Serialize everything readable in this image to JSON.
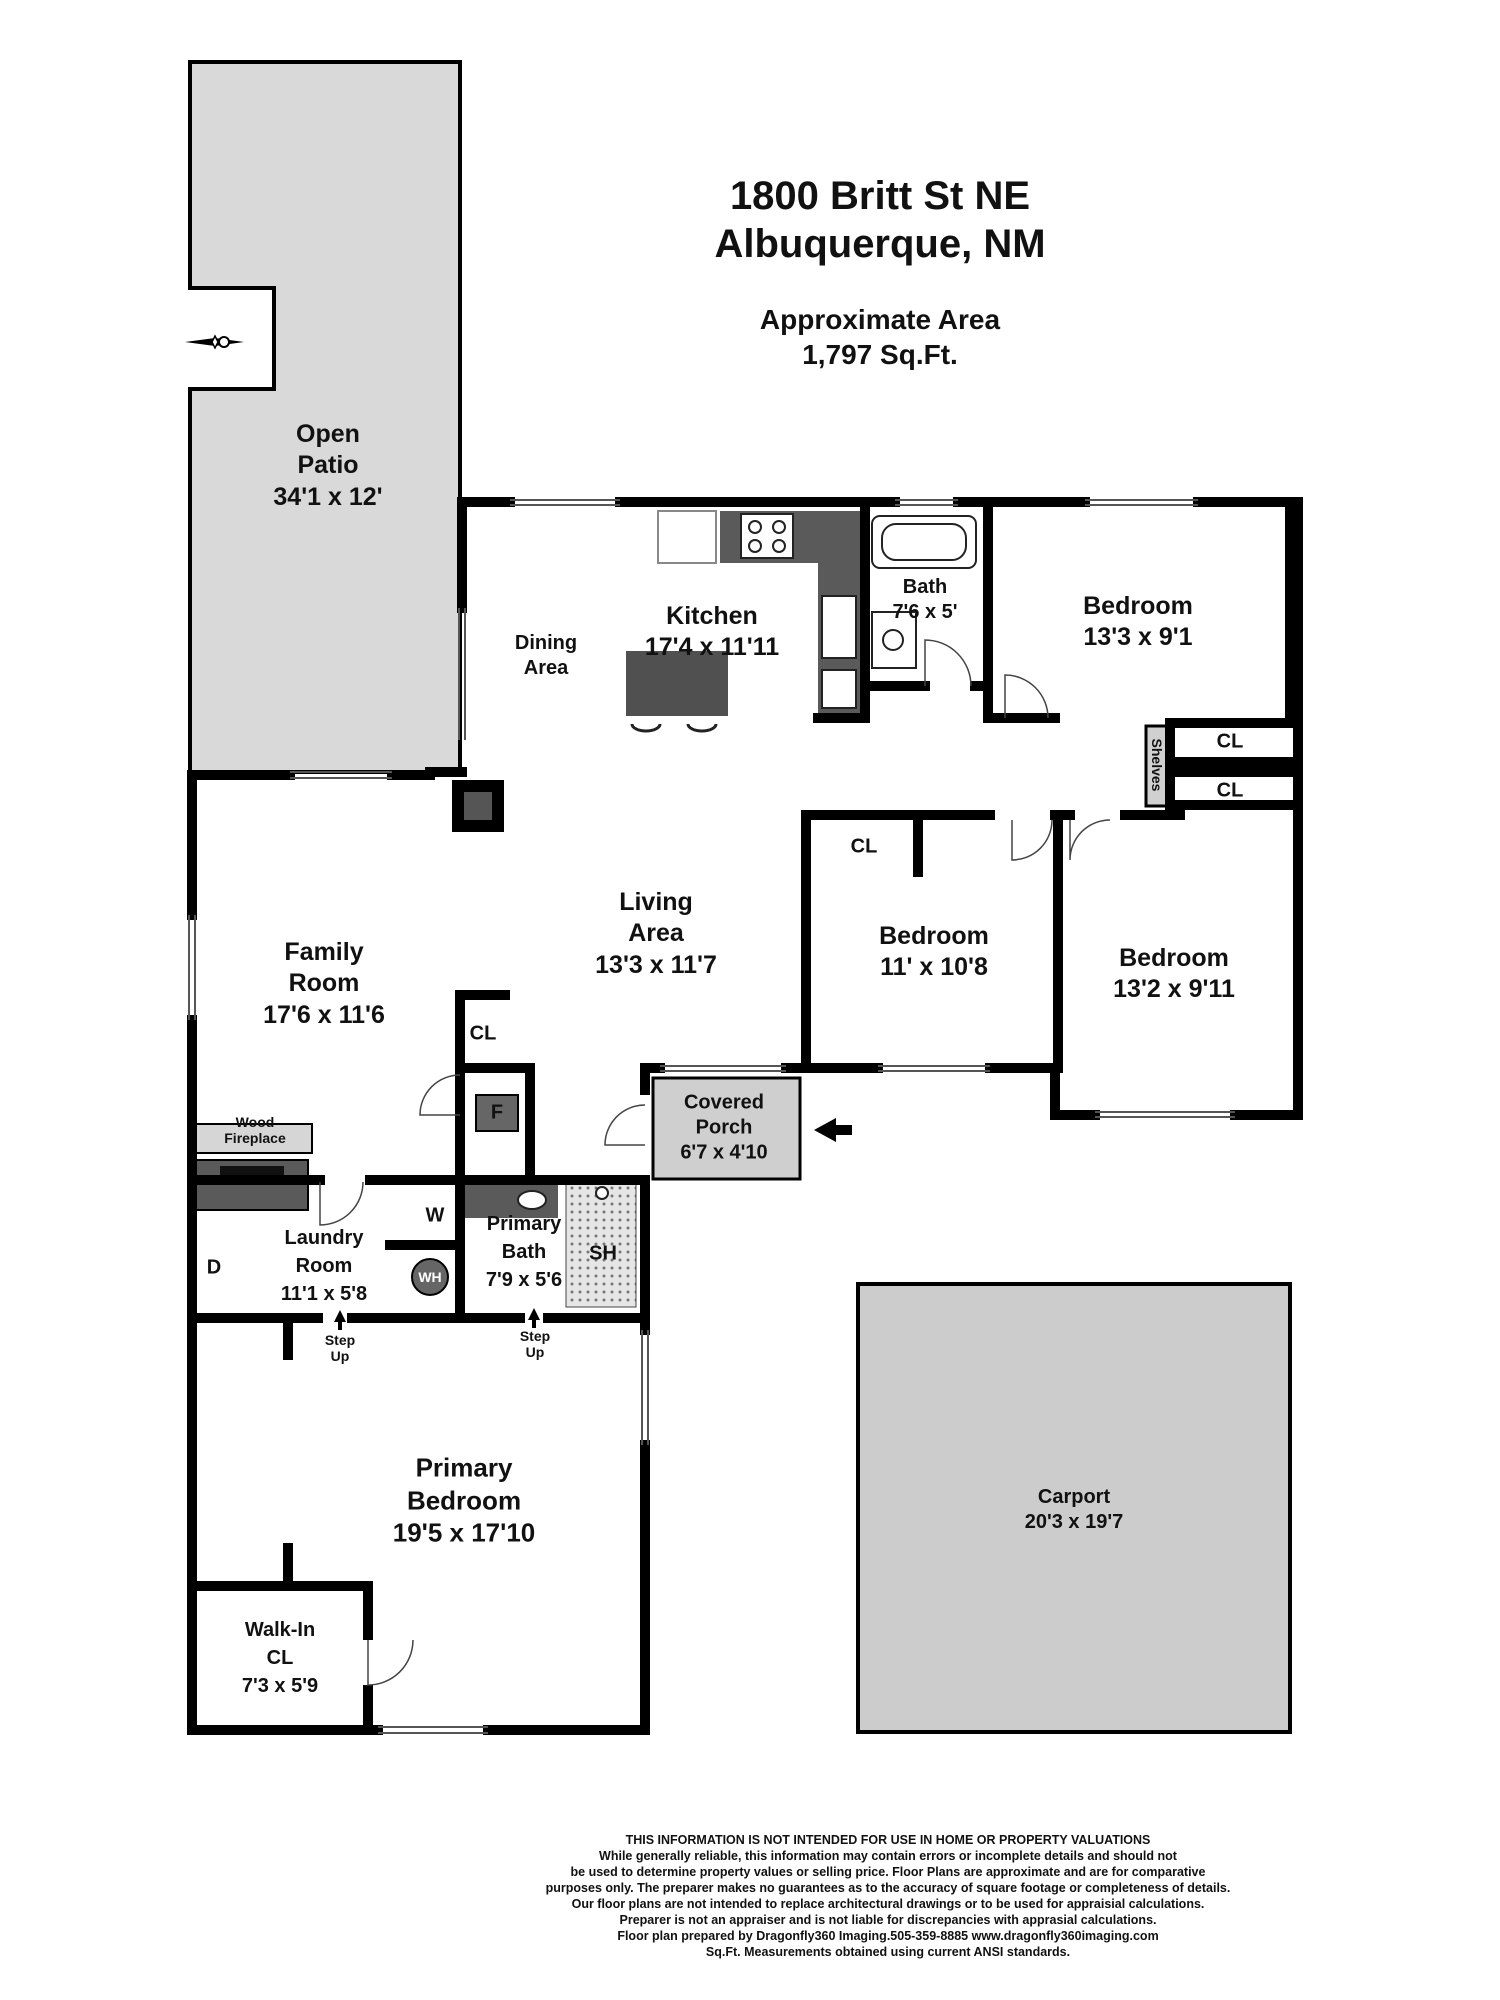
{
  "header": {
    "address_line1": "1800 Britt St NE",
    "address_line2": "Albuquerque, NM",
    "area_label": "Approximate Area",
    "area_value": "1,797 Sq.Ft."
  },
  "rooms": {
    "open_patio": {
      "line1": "Open",
      "line2": "Patio",
      "size": "34'1 x 12'"
    },
    "dining_area": {
      "line1": "Dining",
      "line2": "Area"
    },
    "kitchen": {
      "name": "Kitchen",
      "size": "17'4 x 11'11"
    },
    "bath": {
      "name": "Bath",
      "size": "7'6 x 5'"
    },
    "bedroom_ne": {
      "name": "Bedroom",
      "size": "13'3 x 9'1"
    },
    "shelves": {
      "name": "Shelves"
    },
    "closet_1": {
      "name": "CL"
    },
    "closet_2": {
      "name": "CL"
    },
    "living_area": {
      "line1": "Living",
      "line2": "Area",
      "size": "13'3 x 11'7"
    },
    "bedroom_mid": {
      "name": "Bedroom",
      "size": "11' x 10'8",
      "closet": "CL"
    },
    "bedroom_e": {
      "name": "Bedroom",
      "size": "13'2 x 9'11"
    },
    "family_room": {
      "line1": "Family",
      "line2": "Room",
      "size": "17'6 x 11'6"
    },
    "hall_closet": {
      "name": "CL"
    },
    "furnace": {
      "name": "F"
    },
    "covered_porch": {
      "line1": "Covered",
      "line2": "Porch",
      "size": "6'7 x 4'10"
    },
    "fireplace": {
      "line1": "Wood",
      "line2": "Fireplace"
    },
    "laundry_room": {
      "line1": "Laundry",
      "line2": "Room",
      "size": "11'1 x 5'8"
    },
    "washer": {
      "name": "W"
    },
    "dryer": {
      "name": "D"
    },
    "water_heater": {
      "name": "WH"
    },
    "primary_bath": {
      "line1": "Primary",
      "line2": "Bath",
      "size": "7'9 x 5'6"
    },
    "shower": {
      "name": "SH"
    },
    "step_up_1": {
      "line1": "Step",
      "line2": "Up"
    },
    "step_up_2": {
      "line1": "Step",
      "line2": "Up"
    },
    "primary_bedroom": {
      "line1": "Primary",
      "line2": "Bedroom",
      "size": "19'5 x 17'10"
    },
    "walk_in_closet": {
      "line1": "Walk-In",
      "line2": "CL",
      "size": "7'3 x 5'9"
    },
    "carport": {
      "name": "Carport",
      "size": "20'3 x 19'7"
    }
  },
  "colors": {
    "wall": "#000000",
    "patio_fill": "#d9d9d9",
    "carport_fill": "#cccccc",
    "cabinet_fill": "#5a5a5a",
    "island_fill": "#505050"
  },
  "disclaimer": {
    "lines": [
      "THIS INFORMATION IS NOT INTENDED FOR USE IN HOME OR PROPERTY VALUATIONS",
      "While generally reliable, this information may contain errors or incomplete details and should not",
      "be used to determine property values or selling price. Floor Plans are approximate and are for comparative",
      "purposes only. The preparer makes no guarantees as to the accuracy of square footage or completeness of details.",
      "Our floor plans are not intended to replace architectural drawings or to be used for appraisial calculations.",
      "Preparer is not an appraiser and is not liable for discrepancies with apprasial calculations.",
      "Floor plan prepared by Dragonfly360 Imaging.505-359-8885  www.dragonfly360imaging.com",
      "Sq.Ft. Measurements obtained using current ANSI standards."
    ]
  }
}
